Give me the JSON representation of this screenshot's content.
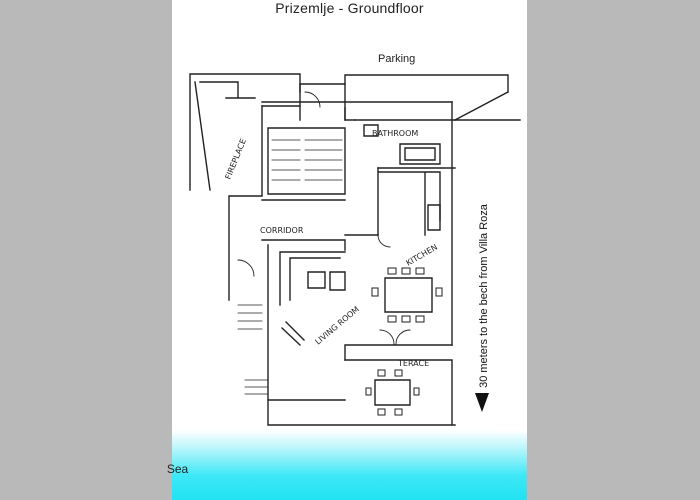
{
  "title": "Prizemlje - Groundfloor",
  "labels": {
    "parking": "Parking",
    "sea": "Sea",
    "beach_note": "30 meters to the bech from Villa Roza"
  },
  "rooms": {
    "bathroom": "BATHROOM",
    "fireplace": "FIREPLACE",
    "corridor": "CORRIDOR",
    "kitchen": "KITCHEN",
    "living_room": "LIVING ROOM",
    "terace": "TERACE"
  },
  "colors": {
    "page_background": "#b9b9b9",
    "sheet": "#ffffff",
    "sea": "#21e2f2",
    "ink": "#222222"
  }
}
